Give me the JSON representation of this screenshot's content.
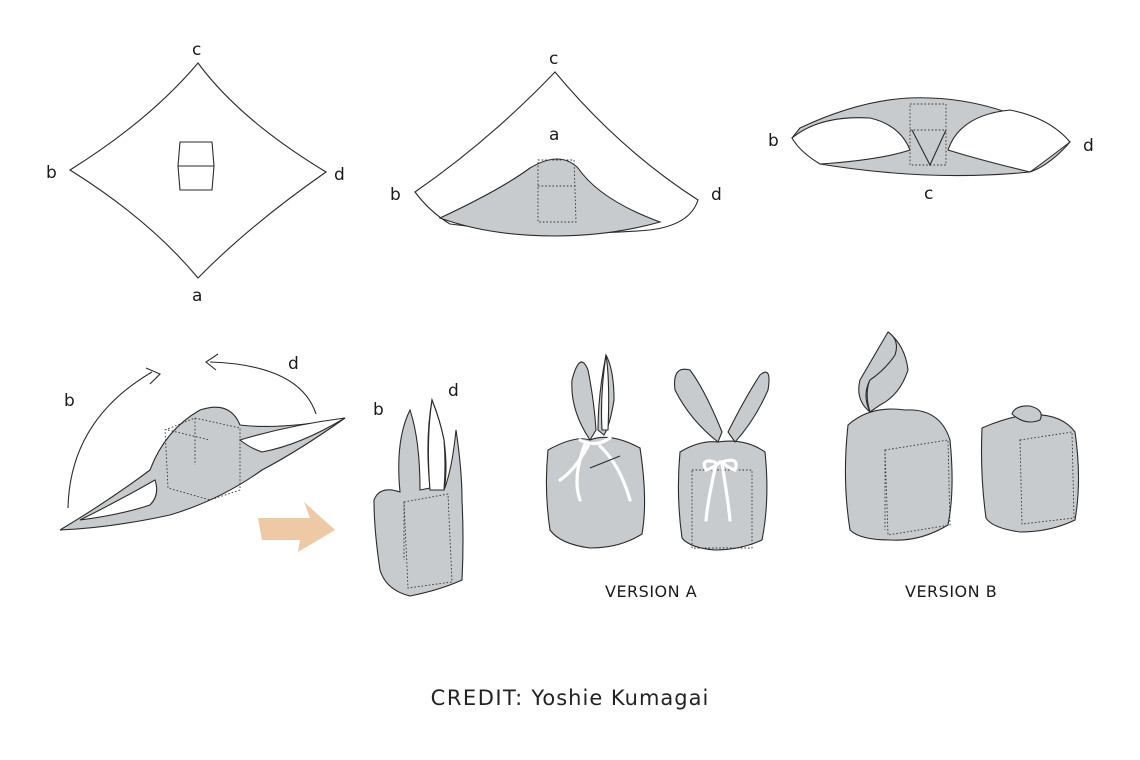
{
  "step1": {
    "c": "c",
    "b": "b",
    "d": "d",
    "a": "a"
  },
  "step2": {
    "c": "c",
    "a": "a",
    "b": "b",
    "d": "d"
  },
  "step3": {
    "b": "b",
    "d": "d",
    "c": "c"
  },
  "step4": {
    "b": "b",
    "d": "d"
  },
  "step5": {
    "b": "b",
    "d": "d"
  },
  "version_a": {
    "label": "VERSION A"
  },
  "version_b": {
    "label": "VERSION B"
  },
  "credit": {
    "label": "CREDIT:",
    "name": "Yoshie Kumagai"
  },
  "colors": {
    "cloth": "#c8cbcd",
    "arrow": "#edc9a6",
    "line": "#2a2a2a"
  }
}
